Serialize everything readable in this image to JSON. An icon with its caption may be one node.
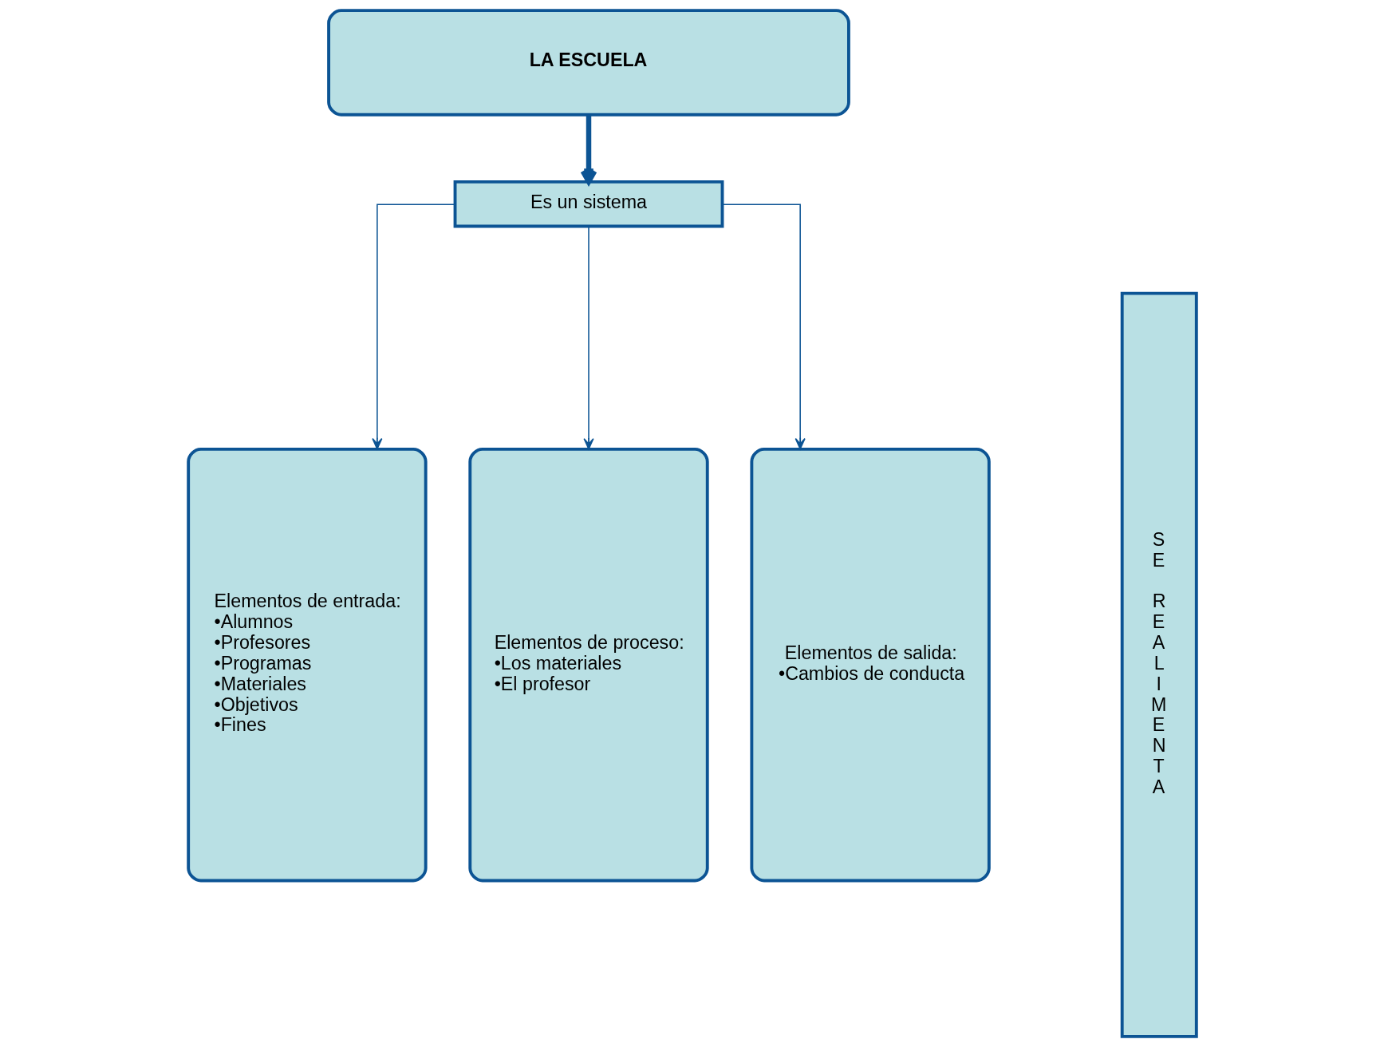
{
  "diagram": {
    "nodes": [
      {
        "text": [
          "LA ESCUELA"
        ]
      },
      {
        "text": [
          "Es un sistema"
        ]
      },
      {
        "text": [
          "Elementos de entrada:",
          "•Alumnos",
          "•Profesores",
          "•Programas",
          "•Materiales",
          "•Objetivos",
          "•Fines"
        ]
      },
      {
        "text": [
          "Elementos de proceso:",
          "•Los materiales",
          "•El profesor"
        ]
      },
      {
        "text": [
          "Elementos de salida:",
          "•Cambios de conducta"
        ]
      },
      {
        "text": [
          "SE REALIMENTA"
        ]
      }
    ],
    "edges": [
      {
        "from": 0,
        "to": 1,
        "arrow": "to",
        "style": "thick"
      },
      {
        "from": 1,
        "to": 2,
        "arrow": "to"
      },
      {
        "from": 1,
        "to": 3,
        "arrow": "to"
      },
      {
        "from": 1,
        "to": 4,
        "arrow": "to"
      }
    ]
  }
}
